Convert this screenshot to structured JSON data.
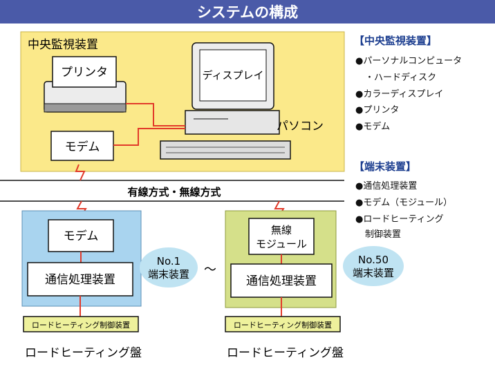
{
  "title": "システムの構成",
  "central": {
    "label": "中央監視装置",
    "printer": "プリンタ",
    "display": "ディスプレイ",
    "modem": "モデム",
    "pc": "パソコン"
  },
  "network_label": "有線方式・無線方式",
  "terminals": [
    {
      "top_device": "モデム",
      "top_device_lines": [],
      "processor": "通信処理装置",
      "controller": "ロードヒーティング制御装置",
      "board": "ロードヒーティング盤",
      "badge_line1": "No.1",
      "badge_line2": "端末装置"
    },
    {
      "top_device": "",
      "top_device_lines": [
        "無線",
        "モジュール"
      ],
      "processor": "通信処理装置",
      "controller": "ロードヒーティング制御装置",
      "board": "ロードヒーティング盤",
      "badge_line1": "No.50",
      "badge_line2": "端末装置"
    }
  ],
  "tilde": "〜",
  "legend": {
    "central_heading": "【中央監視装置】",
    "central_items": [
      "●パーソナルコンピュータ",
      "・ハードディスク",
      "●カラーディスプレイ",
      "●プリンタ",
      "●モデム"
    ],
    "terminal_heading": "【端末装置】",
    "terminal_items": [
      "●通信処理装置",
      "●モデム（モジュール）",
      "●ロードヒーティング",
      "制御装置"
    ]
  },
  "colors": {
    "title_bar": "#4a5aa8",
    "central_bg": "#fbe98a",
    "terminal1_bg": "#a9d4ef",
    "terminal2_bg": "#d5e08a",
    "badge_bg": "#bfe3f2",
    "link": "#e23a2a",
    "controller_bg": "#eef19c"
  }
}
